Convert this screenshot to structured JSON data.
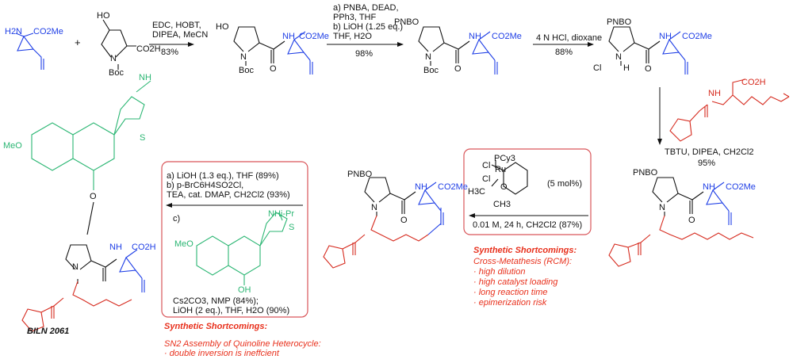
{
  "colors": {
    "blue": "#1f3fe6",
    "red": "#d62a1e",
    "green": "#2bb673",
    "annotation": "#e8301c",
    "box_border": "#d9565a"
  },
  "atoms": {
    "h2n": "H2N",
    "co2me": "CO2Me",
    "ho": "HO",
    "co2h": "CO2H",
    "n": "N",
    "boc": "Boc",
    "o": "O",
    "h": "H",
    "pnbo": "PNBO",
    "cl_minus": "Cl",
    "meo": "MeO",
    "oh": "OH",
    "nh": "NH",
    "s": "S",
    "nhipr": "NHi-Pr"
  },
  "plus": "+",
  "steps": [
    {
      "reagents": [
        "EDC, HOBT,",
        "DIPEA, MeCN"
      ],
      "yield": "83%"
    },
    {
      "reagents": [
        "a) PNBA, DEAD,",
        "PPh3, THF",
        "b) LiOH (1.25 eq.)",
        "THF, H2O"
      ],
      "yield": "98%"
    },
    {
      "reagents": [
        "4 N HCl, dioxane"
      ],
      "yield": "88%"
    },
    {
      "reagents": [
        "TBTU, DIPEA, CH2Cl2"
      ],
      "yield": "95%"
    }
  ],
  "rcm_box": {
    "catalyst_labels": [
      "PCy3",
      "Cl",
      "Ru",
      "Cl",
      "H3C",
      "CH3",
      "O"
    ],
    "loading": "(5 mol%)",
    "conditions": "0.01 M, 24 h, CH2Cl2 (87%)"
  },
  "final_box": {
    "lines": [
      "a) LiOH (1.3 eq.), THF (89%)",
      "b) p-BrC6H4SO2Cl,",
      "TEA, cat. DMAP, CH2Cl2 (93%)",
      "c)"
    ],
    "bottom": [
      "Cs2CO3, NMP (84%);",
      "LiOH (2 eq.), THF, H2O (90%)"
    ]
  },
  "product_name": "BILN 2061",
  "shortcomings_left": {
    "title": "Synthetic Shortcomings:",
    "subtitle": "SN2 Assembly of Quinoline Heterocycle:",
    "items": [
      "· double inversion is ineffcient"
    ]
  },
  "shortcomings_right": {
    "title": "Synthetic Shortcomings:",
    "subtitle": "Cross-Metathesis (RCM):",
    "items": [
      "· high dilution",
      "· high catalyst loading",
      "· long reaction time",
      "· epimerization risk"
    ]
  }
}
